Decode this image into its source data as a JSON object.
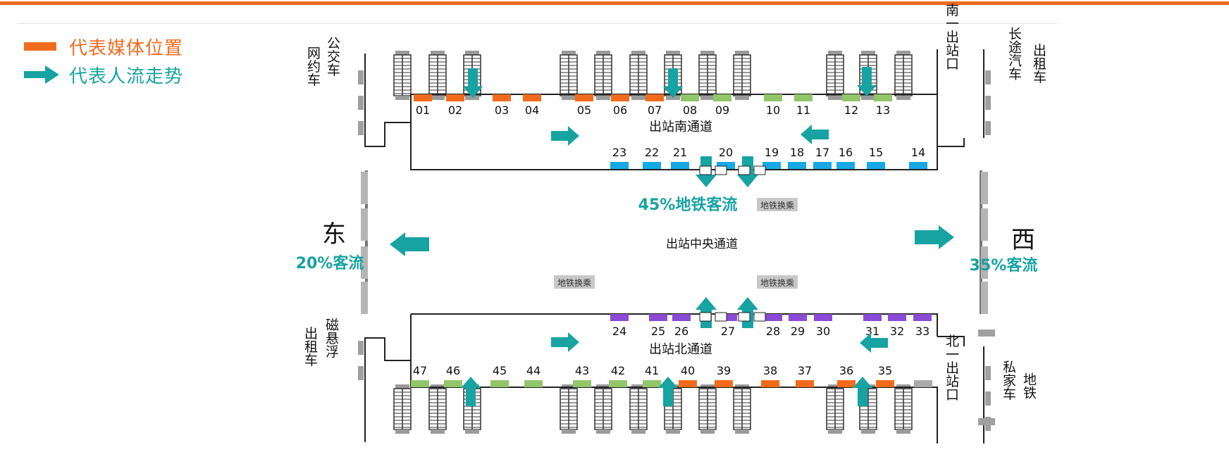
{
  "legend": {
    "media_label": "代表媒体位置",
    "flow_label": "代表人流走势"
  },
  "colors": {
    "orange": "#f26b1d",
    "teal": "#16a3a2",
    "green": "#93c66a",
    "blue": "#16a9e6",
    "purple": "#8a4bd6",
    "grey": "#a9a9a9"
  },
  "labels": {
    "south_passage": "出站南通道",
    "north_passage": "出站北通道",
    "central_passage": "出站中央通道",
    "metro_flow": "45%地铁客流",
    "east": "东",
    "east_flow": "20%客流",
    "west": "西",
    "west_flow": "35%客流",
    "metro_transfer_1": "地铁换乘",
    "metro_transfer_2": "地铁换乘",
    "metro_transfer_3": "地铁换乘",
    "ride_hailing": "网约车",
    "bus": "公交车",
    "taxi_east": "出租车",
    "maglev": "磁悬浮",
    "south_exit": "南一出站口",
    "coach": "长途汽车",
    "taxi_west": "出租车",
    "north_exit": "北一出站口",
    "private_car": "私家车",
    "metro": "地铁"
  },
  "south_slots": [
    {
      "num": "01",
      "color": "orange"
    },
    {
      "num": "02",
      "color": "orange"
    },
    {
      "num": "03",
      "color": "orange"
    },
    {
      "num": "04",
      "color": "orange"
    },
    {
      "num": "05",
      "color": "orange"
    },
    {
      "num": "06",
      "color": "orange"
    },
    {
      "num": "07",
      "color": "orange"
    },
    {
      "num": "08",
      "color": "green"
    },
    {
      "num": "09",
      "color": "green"
    },
    {
      "num": "10",
      "color": "green"
    },
    {
      "num": "11",
      "color": "green"
    },
    {
      "num": "12",
      "color": "green"
    },
    {
      "num": "13",
      "color": "green"
    }
  ],
  "south_inner_slots": [
    {
      "num": "23",
      "color": "blue"
    },
    {
      "num": "22",
      "color": "blue"
    },
    {
      "num": "21",
      "color": "blue"
    },
    {
      "num": "20",
      "color": "blue"
    },
    {
      "num": "19",
      "color": "blue"
    },
    {
      "num": "18",
      "color": "blue"
    },
    {
      "num": "17",
      "color": "blue"
    },
    {
      "num": "16",
      "color": "blue"
    },
    {
      "num": "15",
      "color": "blue"
    },
    {
      "num": "14",
      "color": "blue"
    }
  ],
  "north_inner_slots": [
    {
      "num": "24",
      "color": "purple"
    },
    {
      "num": "25",
      "color": "purple"
    },
    {
      "num": "26",
      "color": "purple"
    },
    {
      "num": "27",
      "color": "purple"
    },
    {
      "num": "28",
      "color": "purple"
    },
    {
      "num": "29",
      "color": "purple"
    },
    {
      "num": "30",
      "color": "purple"
    },
    {
      "num": "31",
      "color": "purple"
    },
    {
      "num": "32",
      "color": "purple"
    },
    {
      "num": "33",
      "color": "purple"
    }
  ],
  "north_slots": [
    {
      "num": "47",
      "color": "green"
    },
    {
      "num": "46",
      "color": "green"
    },
    {
      "num": "45",
      "color": "green"
    },
    {
      "num": "44",
      "color": "green"
    },
    {
      "num": "43",
      "color": "green"
    },
    {
      "num": "42",
      "color": "green"
    },
    {
      "num": "41",
      "color": "green"
    },
    {
      "num": "40",
      "color": "orange"
    },
    {
      "num": "39",
      "color": "orange"
    },
    {
      "num": "38",
      "color": "orange"
    },
    {
      "num": "37",
      "color": "orange"
    },
    {
      "num": "36",
      "color": "orange"
    },
    {
      "num": "35",
      "color": "orange"
    },
    {
      "num": "",
      "color": "grey"
    }
  ]
}
